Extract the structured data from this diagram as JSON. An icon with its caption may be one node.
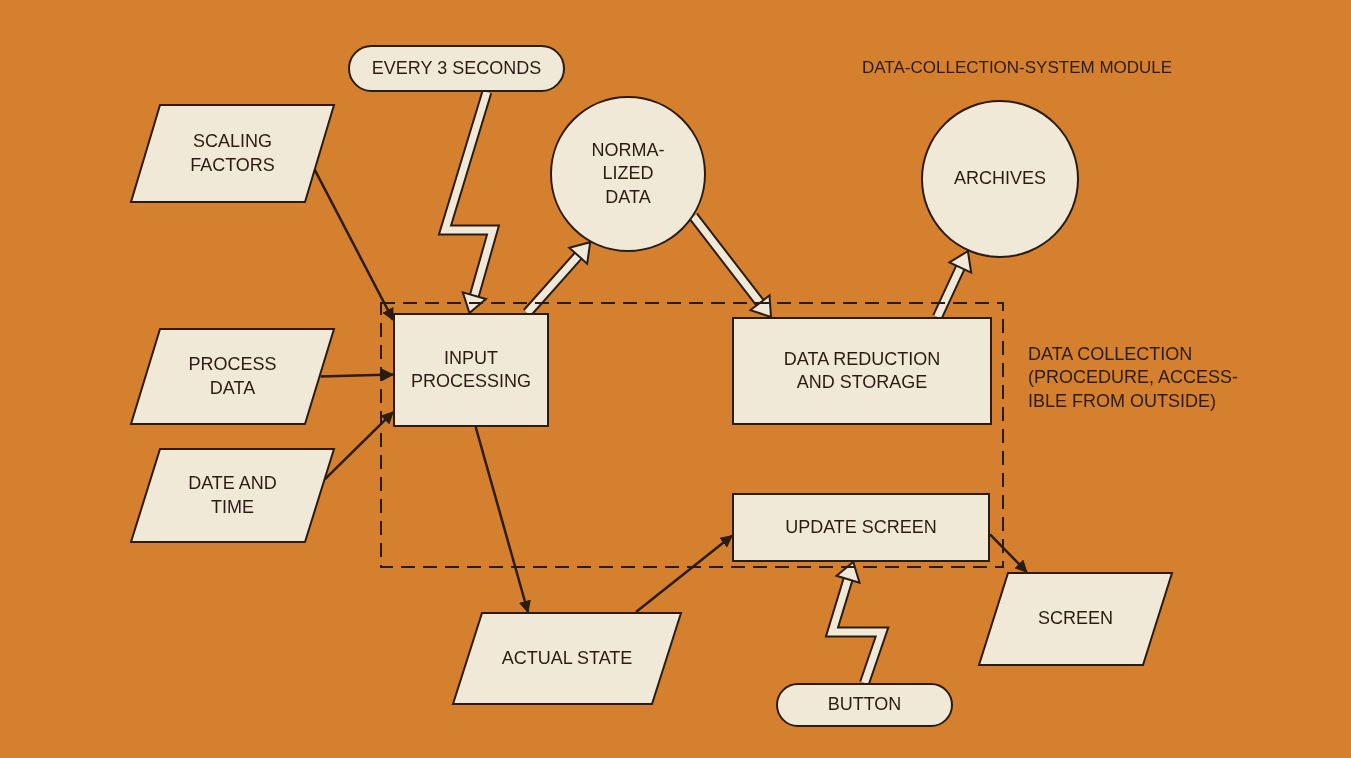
{
  "diagram": {
    "title": "DATA-COLLECTION-SYSTEM MODULE",
    "nodes": [
      {
        "text": [
          "EVERY 3 SECONDS"
        ]
      },
      {
        "text": [
          "SCALING FACTORS"
        ]
      },
      {
        "text": [
          "NORMA- LIZED DATA"
        ]
      },
      {
        "text": [
          "ARCHIVES"
        ]
      },
      {
        "text": [],
        "shape": "box",
        "beside": [
          "DATA COLLECTION (PROCEDURE, ACCESS- IBLE FROM OUTSIDE)"
        ]
      },
      {
        "text": [
          "INPUT PROCESSING"
        ],
        "in": 4
      },
      {
        "text": [
          "DATA REDUCTION AND STORAGE"
        ],
        "in": 4
      },
      {
        "text": [
          "PROCESS DATA"
        ]
      },
      {
        "text": [
          "UPDATE SCREEN"
        ],
        "in": 4
      },
      {
        "text": [
          "DATE AND TIME"
        ]
      },
      {
        "text": [
          "ACTUAL STATE"
        ]
      },
      {
        "text": [
          "SCREEN"
        ]
      },
      {
        "text": [
          "BUTTON"
        ]
      }
    ],
    "edges": [
      {
        "from": 0,
        "to": 5,
        "arrow": "to",
        "style": "thick"
      },
      {
        "from": 1,
        "to": 5,
        "arrow": "to"
      },
      {
        "from": 7,
        "to": 5,
        "arrow": "to"
      },
      {
        "from": 9,
        "to": 5,
        "arrow": "to"
      },
      {
        "from": 5,
        "to": 2,
        "arrow": "to",
        "style": "thick"
      },
      {
        "from": 2,
        "to": 6,
        "arrow": "to",
        "style": "thick"
      },
      {
        "from": 6,
        "to": 3,
        "arrow": "to",
        "style": "thick"
      },
      {
        "from": 5,
        "to": 10,
        "arrow": "to"
      },
      {
        "from": 10,
        "to": 8,
        "arrow": "to"
      },
      {
        "from": 8,
        "to": 11,
        "arrow": "to"
      },
      {
        "from": 12,
        "to": 8,
        "arrow": "to",
        "style": "thick"
      }
    ]
  }
}
